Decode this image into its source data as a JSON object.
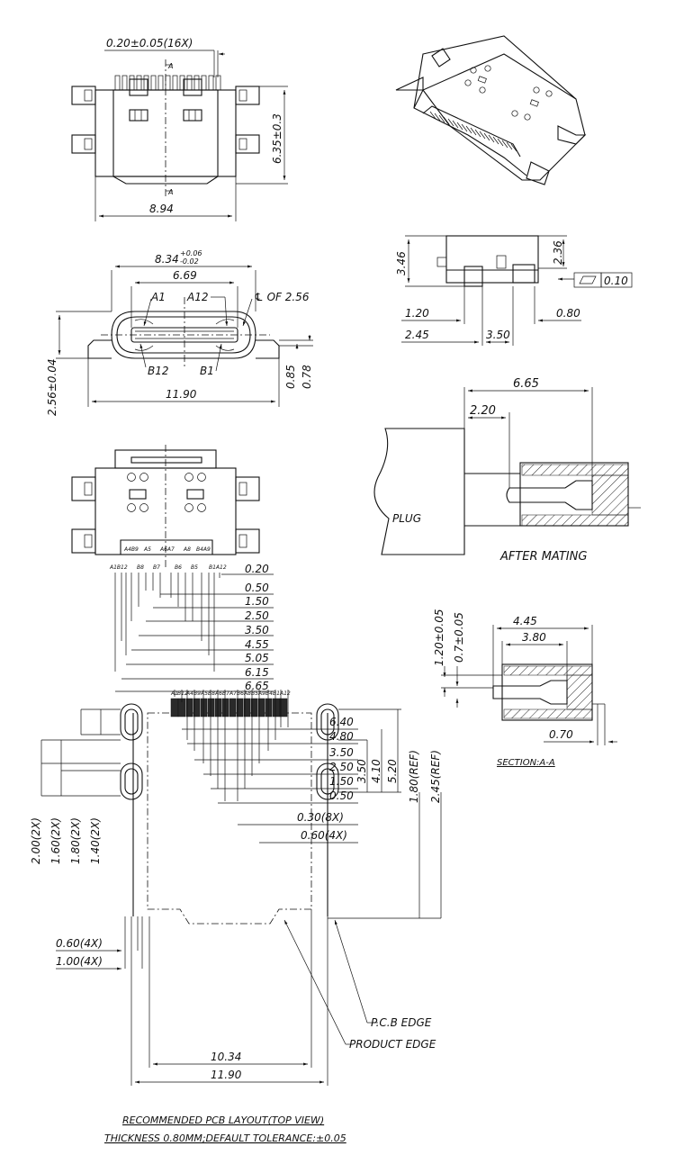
{
  "view1": {
    "dim_top": "0.20±0.05(16X)",
    "section_mark": "A",
    "dim_height": "6.35±0.3",
    "dim_width": "8.94"
  },
  "view2": {
    "dim_width_base": "8.34",
    "dim_width_tol_upper": "+0.06",
    "dim_width_tol_lower": "-0.02",
    "dim_inner": "6.69",
    "label_a1": "A1",
    "label_a12": "A12",
    "label_centerline": "℄ OF 2.56",
    "label_b12": "B12",
    "label_b1": "B1",
    "dim_height": "2.56±0.04",
    "dim_total": "11.90",
    "dim_085": "0.85",
    "dim_078": "0.78"
  },
  "side_view": {
    "dim_346": "3.46",
    "dim_236": "2.36",
    "flatness": "0.10",
    "dim_120": "1.20",
    "dim_080": "0.80",
    "dim_245": "2.45",
    "dim_350": "3.50"
  },
  "mating": {
    "dim_665": "6.65",
    "dim_220": "2.20",
    "plug": "PLUG",
    "caption": "AFTER MATING"
  },
  "bottom_view": {
    "pins_top": [
      "A4B9",
      "A5",
      "A6A7",
      "A8",
      "B4A9"
    ],
    "pins_mid": [
      "B8",
      "B7",
      "B6",
      "B5"
    ],
    "pin_left": "A1B12",
    "pin_right": "B1A12",
    "dims": [
      "0.20",
      "0.50",
      "1.50",
      "2.50",
      "3.50",
      "4.55",
      "5.05",
      "6.15",
      "6.65"
    ]
  },
  "section": {
    "dim_120": "1.20±0.05",
    "dim_07": "0.7±0.05",
    "dim_445": "4.45",
    "dim_380": "3.80",
    "dim_070": "0.70",
    "caption": "SECTION:A-A"
  },
  "pcb": {
    "dims_top": [
      "6.40",
      "4.80",
      "3.50",
      "2.50",
      "1.50",
      "0.50",
      "0.30(8X)",
      "0.60(4X)"
    ],
    "dims_left": [
      "2.00(2X)",
      "1.60(2X)",
      "1.80(2X)",
      "1.40(2X)"
    ],
    "dims_right": [
      "3.50",
      "4.10",
      "5.20",
      "1.80(REF)",
      "2.45(REF)"
    ],
    "dim_060_4x": "0.60(4X)",
    "dim_100_4x": "1.00(4X)",
    "dim_1034": "10.34",
    "dim_1190": "11.90",
    "label_pcb_edge": "P.C.B EDGE",
    "label_product_edge": "PRODUCT EDGE",
    "pad_labels": [
      "A1",
      "B12",
      "A4",
      "B9",
      "A5",
      "B8",
      "A6",
      "B7",
      "A7",
      "B6",
      "A8",
      "B5",
      "A9",
      "B4",
      "B1",
      "A12"
    ]
  },
  "footer": {
    "line1": "RECOMMENDED PCB LAYOUT(TOP VIEW)",
    "line2": "THICKNESS 0.80MM;DEFAULT TOLERANCE:±0.05"
  }
}
